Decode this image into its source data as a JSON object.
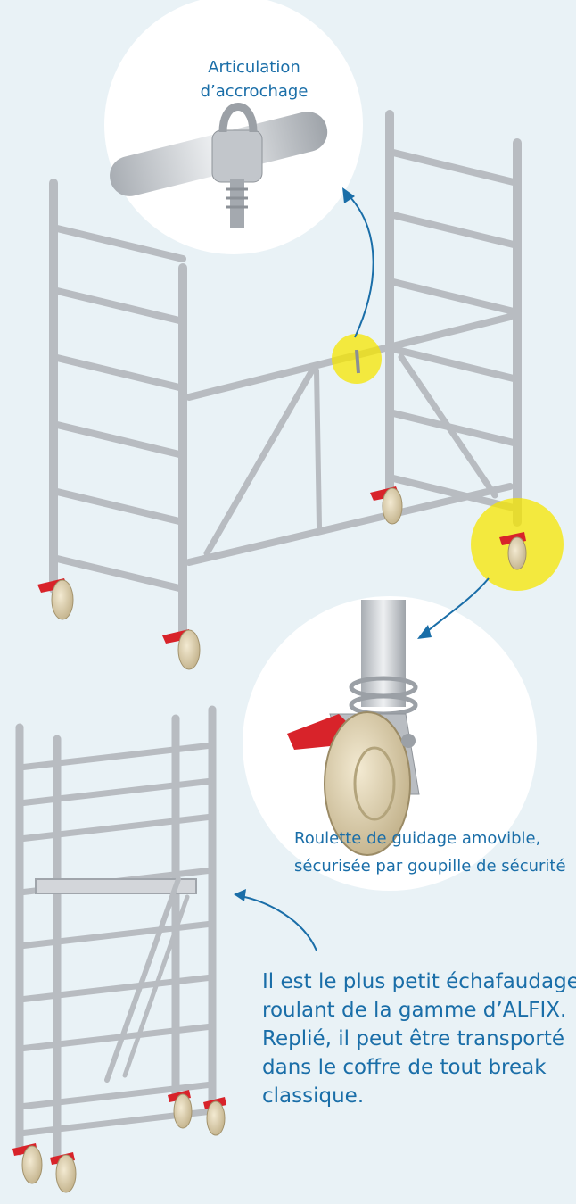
{
  "captions": {
    "hook_joint": [
      "Articulation",
      "d’accrochage"
    ],
    "guide_wheel": [
      "Roulette de guidage amovible,",
      "sécurisée par goupille de sécurité"
    ],
    "description": [
      "Il est le plus petit échafaudage",
      "roulant de la gamme d’ALFIX.",
      "Replié, il peut être transporté",
      "dans le coffre de tout break",
      "classique."
    ]
  },
  "colors": {
    "background": "#e9f2f6",
    "accent_text": "#1a6ea8",
    "highlight": "#f5e600",
    "brake_red": "#d8232a",
    "wheel": "#e2d6b8",
    "aluminium": "#c9ccd0"
  }
}
